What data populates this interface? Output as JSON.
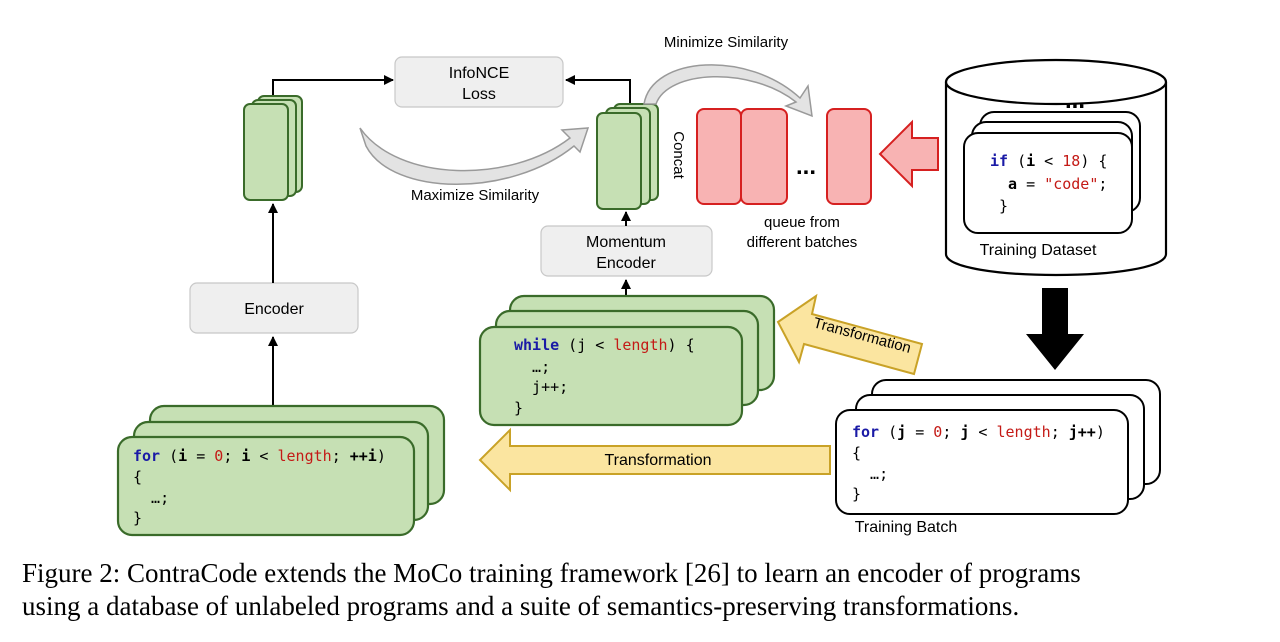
{
  "boxes": {
    "loss_line1": "InfoNCE",
    "loss_line2": "Loss",
    "encoder": "Encoder",
    "momentum_line1": "Momentum",
    "momentum_line2": "Encoder"
  },
  "labels": {
    "minimize": "Minimize Similarity",
    "maximize": "Maximize Similarity",
    "concat": "Concat",
    "queue_ellipsis": "...",
    "queue_line1": "queue from",
    "queue_line2": "different batches",
    "dataset_ellipsis": "...",
    "training_dataset": "Training Dataset",
    "training_batch": "Training Batch",
    "transformation_small": "Transformation",
    "transformation_large": "Transformation"
  },
  "code": {
    "left_for": {
      "kw": "for",
      "p1": " (",
      "v1": "i",
      "p2": " = ",
      "n1": "0",
      "p3": "; ",
      "v2": "i",
      "p4": " < ",
      "n2": "length",
      "p5": "; ",
      "v3": "++i",
      "p6": ")",
      "line2": "{",
      "line3": "  …;",
      "line4": "}"
    },
    "while": {
      "kw": "while",
      "p1": " (j < ",
      "n1": "length",
      "p2": ") {",
      "line2": "  …;",
      "line3": "  j++;",
      "line4": "}"
    },
    "dataset_if": {
      "kw": "if",
      "p1": " (",
      "v1": "i",
      "p2": " < ",
      "n1": "18",
      "p3": ") {",
      "v2": "  a",
      "p4": " = ",
      "s1": "\"code\"",
      "p5": ";",
      "line3": " }"
    },
    "batch_for": {
      "kw": "for",
      "p1": " (",
      "v1": "j",
      "p2": " = ",
      "n1": "0",
      "p3": "; ",
      "v2": "j",
      "p4": " < ",
      "n2": "length",
      "p5": "; ",
      "v3": "j++",
      "p6": ")",
      "line2": "{",
      "line3": "  …;",
      "line4": "}"
    }
  },
  "caption": {
    "line1": "Figure 2: ContraCode extends the MoCo training framework [26] to learn an encoder of programs",
    "line2": "using a database of unlabeled programs and a suite of semantics-preserving transformations."
  },
  "colors": {
    "green_fill": "#c6e0b4",
    "green_stroke": "#3a6b2a",
    "red_fill": "#f8b3b3",
    "red_stroke": "#d62020",
    "yellow_fill": "#fbe5a0",
    "yellow_stroke": "#c9a227",
    "gray_box": "#efefef",
    "keyword_blue": "#1a1aa6",
    "literal_red": "#c41a16"
  }
}
